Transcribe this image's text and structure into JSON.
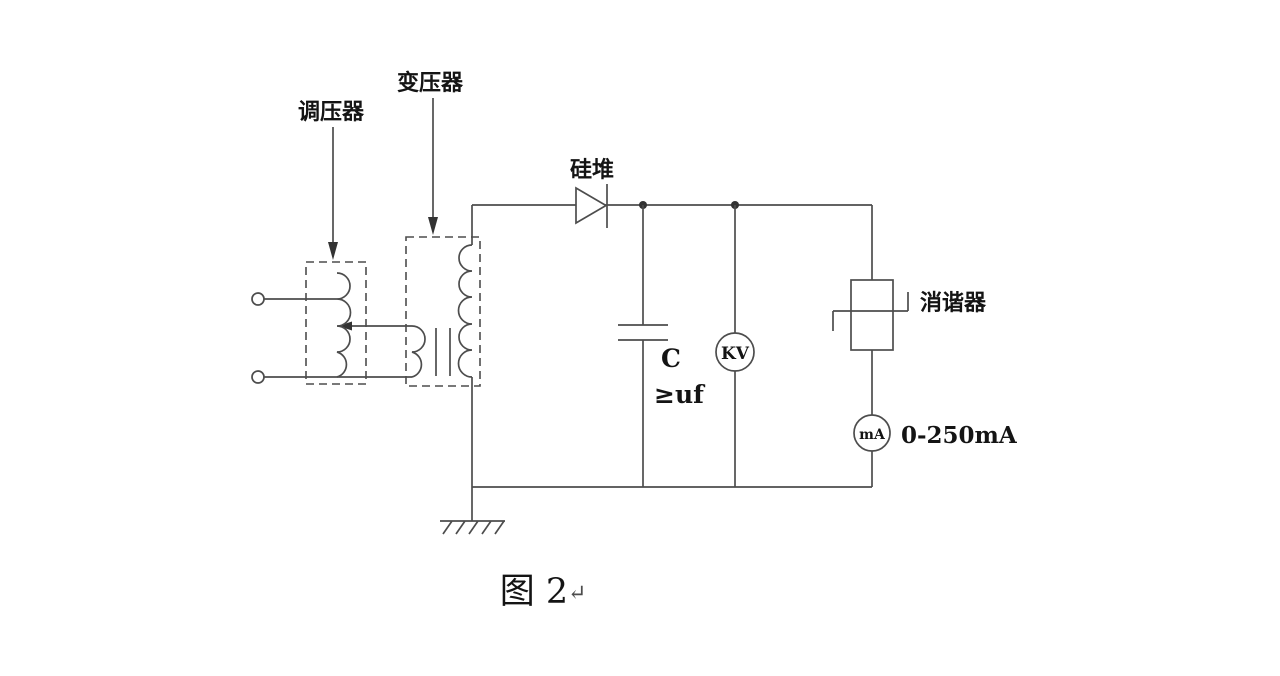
{
  "colors": {
    "line": "#4d4d4d",
    "text": "#141414",
    "background": "#ffffff"
  },
  "components": {
    "regulator": {
      "label": "调压器"
    },
    "transformer": {
      "label": "变压器"
    },
    "rectifier": {
      "label": "硅堆"
    },
    "capacitor": {
      "designator": "C",
      "value": "≥uf"
    },
    "voltmeter": {
      "dial": "KV"
    },
    "arrester": {
      "label": "消谐器"
    },
    "ammeter": {
      "dial": "mA",
      "range": "0-250mA"
    }
  },
  "caption": {
    "text": "图 2",
    "return_mark": "↵"
  }
}
